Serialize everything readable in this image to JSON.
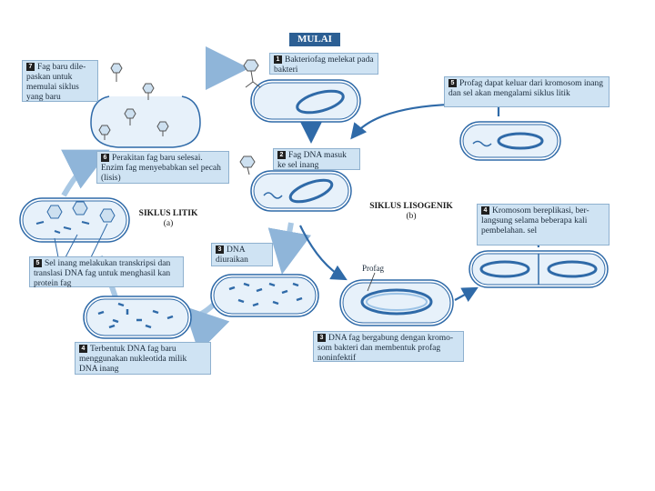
{
  "start_label": "MULAI",
  "lytic_title": "SIKLUS LITIK",
  "lytic_sub": "(a)",
  "lysogenic_title": "SIKLUS LISOGENIK",
  "lysogenic_sub": "(b)",
  "prophage_label": "Profag",
  "steps": {
    "s1": {
      "num": "1",
      "text": "Bakteriofag melekat pada bakteri"
    },
    "s2": {
      "num": "2",
      "text": "Fag DNA masuk ke sel inang"
    },
    "s3": {
      "num": "3",
      "text": "DNA diuraikan"
    },
    "s4": {
      "num": "4",
      "text": "Terbentuk DNA fag baru menggunakan nukleotida milik DNA inang"
    },
    "s5": {
      "num": "5",
      "text": "Sel inang melakukan transkripsi dan translasi DNA fag untuk menghasil kan protein fag"
    },
    "s6": {
      "num": "6",
      "text": "Perakitan fag baru selesai. Enzim fag menyebabkan sel pecah (lisis)"
    },
    "s7": {
      "num": "7",
      "text": "Fag baru dile-paskan untuk memulai siklus yang baru"
    },
    "b3": {
      "num": "3",
      "text": "DNA fag bergabung dengan kromo-som bakteri dan membentuk profag noninfektif"
    },
    "b4": {
      "num": "4",
      "text": "Kromosom bereplikasi, ber-langsung selama beberapa kali pembelahan. sel"
    },
    "b5": {
      "num": "5",
      "text": "Profag dapat keluar dari kromosom inang dan sel akan mengalami siklus litik"
    }
  }
}
